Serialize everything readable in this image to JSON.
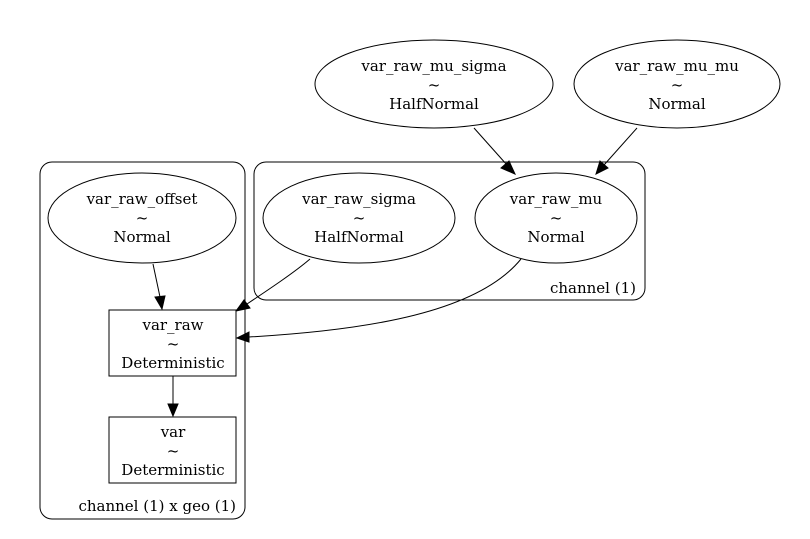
{
  "plates": {
    "channel_geo": {
      "label": "channel (1) x geo (1)"
    },
    "channel": {
      "label": "channel (1)"
    }
  },
  "nodes": {
    "var_raw_mu_sigma": {
      "name": "var_raw_mu_sigma",
      "tilde": "~",
      "dist": "HalfNormal"
    },
    "var_raw_mu_mu": {
      "name": "var_raw_mu_mu",
      "tilde": "~",
      "dist": "Normal"
    },
    "var_raw_offset": {
      "name": "var_raw_offset",
      "tilde": "~",
      "dist": "Normal"
    },
    "var_raw_sigma": {
      "name": "var_raw_sigma",
      "tilde": "~",
      "dist": "HalfNormal"
    },
    "var_raw_mu": {
      "name": "var_raw_mu",
      "tilde": "~",
      "dist": "Normal"
    },
    "var_raw": {
      "name": "var_raw",
      "tilde": "~",
      "dist": "Deterministic"
    },
    "var": {
      "name": "var",
      "tilde": "~",
      "dist": "Deterministic"
    }
  }
}
